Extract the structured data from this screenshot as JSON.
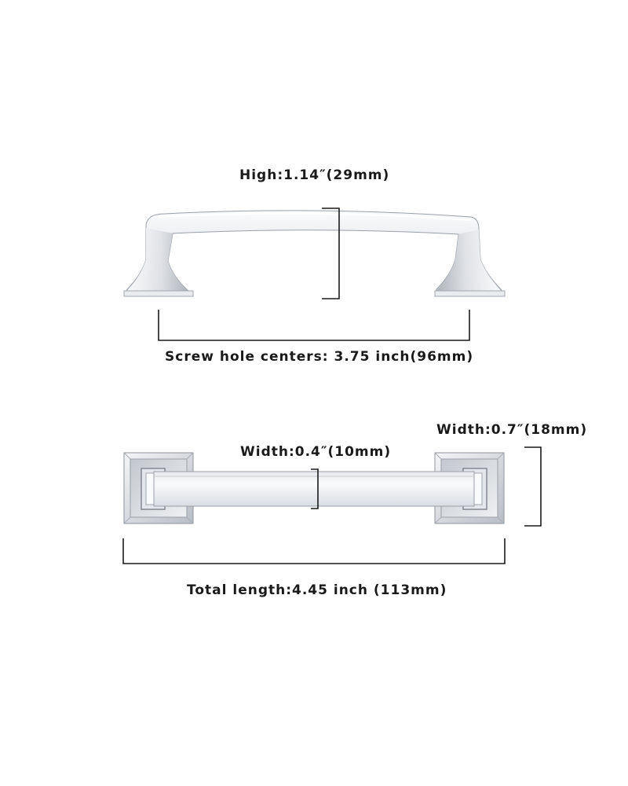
{
  "labels": {
    "height": "High:1.14″(29mm)",
    "screw_hole_centers": "Screw hole centers: 3.75 inch(96mm)",
    "bar_width": "Width:0.4″(10mm)",
    "base_width": "Width:0.7″(18mm)",
    "total_length": "Total length:4.45 inch (113mm)"
  },
  "colors": {
    "chrome_light": "#f7f8fa",
    "chrome_mid": "#d4d8de",
    "chrome_dark": "#8e949c",
    "line": "#1a1a1a"
  }
}
